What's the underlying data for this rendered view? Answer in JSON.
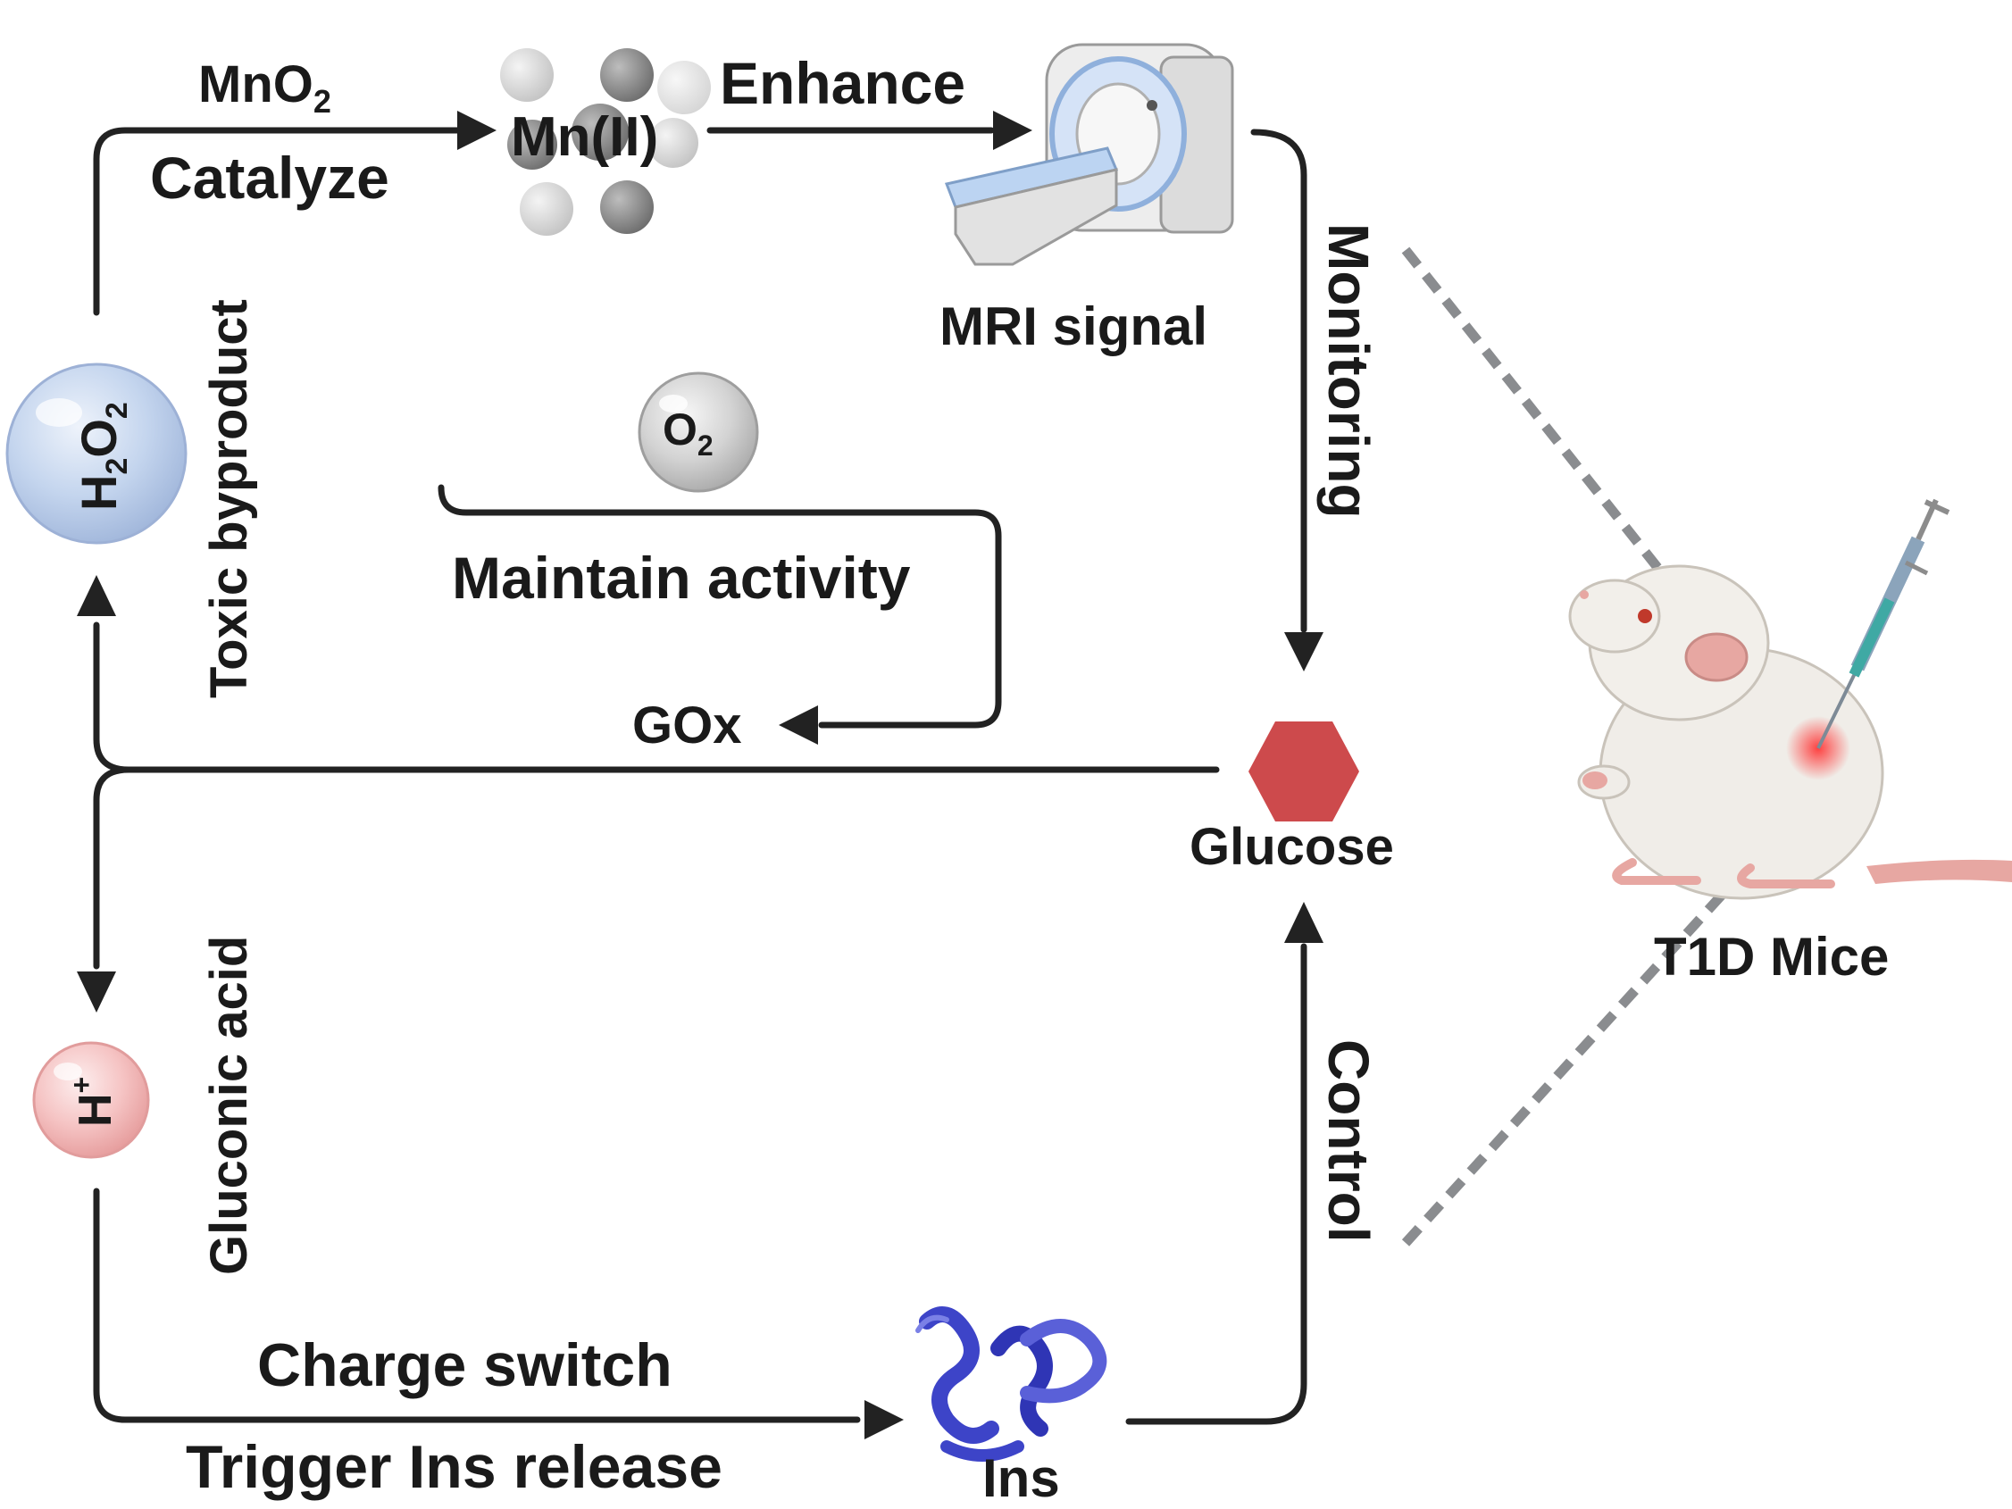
{
  "labels": {
    "mno2": "MnO",
    "mno2_sub": "2",
    "catalyze": "Catalyze",
    "mn_ii": "Mn(II)",
    "enhance": "Enhance",
    "mri_signal": "MRI signal",
    "monitoring": "Monitoring",
    "o2": "O",
    "o2_sub": "2",
    "maintain_activity": "Maintain activity",
    "gox": "GOx",
    "toxic_byproduct": "Toxic byproduct",
    "h2o2_h": "H",
    "h2o2_sub1": "2",
    "h2o2_o": "O",
    "h2o2_sub2": "2",
    "glucose": "Glucose",
    "t1d_mice": "T1D Mice",
    "gluconic_acid": "Gluconic acid",
    "hplus_h": "H",
    "hplus_sup": "+",
    "control": "Control",
    "charge_switch": "Charge switch",
    "trigger_ins_release": "Trigger Ins release",
    "ins": "Ins"
  },
  "icons": {
    "mn_particles": "gray-sphere-cluster",
    "mri_scanner": "mri-scanner-icon",
    "glucose": "red-hexagon",
    "insulin": "blue-protein-helix",
    "mouse": "white-mouse-with-syringe",
    "h2o2": "blue-bubble",
    "hplus": "pink-bubble",
    "o2": "gray-bubble"
  },
  "colors": {
    "glucose": "#cd4a4c",
    "h2o2_bubble": "#b9cde9",
    "hplus_bubble": "#f2b3b3",
    "o2_bubble": "#c9c9c9",
    "dashed_line": "#8a8c8f",
    "insulin": "#3d44c8",
    "arrow": "#222222"
  }
}
